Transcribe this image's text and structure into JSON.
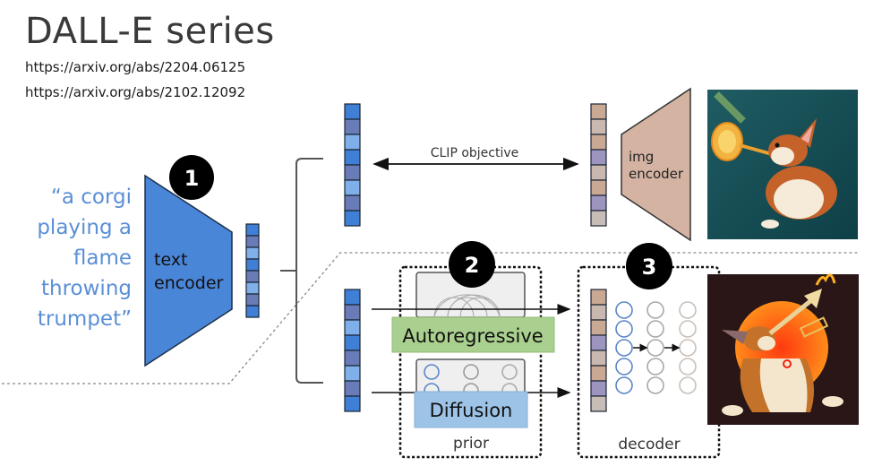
{
  "header": {
    "title": "DALL-E series",
    "links": [
      "https://arxiv.org/abs/2204.06125",
      "https://arxiv.org/abs/2102.12092"
    ]
  },
  "prompt": {
    "lines": [
      "“a corgi",
      "playing a",
      "flame",
      "throwing",
      "trumpet”"
    ],
    "color": "#5a8fd6"
  },
  "steps": [
    "1",
    "2",
    "3"
  ],
  "labels": {
    "text_encoder": [
      "text",
      "encoder"
    ],
    "img_encoder": [
      "img",
      "encoder"
    ],
    "clip_objective": "CLIP objective",
    "autoregressive": "Autoregressive",
    "diffusion": "Diffusion",
    "prior": "prior",
    "decoder": "decoder"
  },
  "images": [
    {
      "name": "corgi-trumpet-image-1",
      "description": "corgi playing trumpet on teal background"
    },
    {
      "name": "corgi-trumpet-image-2",
      "description": "corgi playing flame-throwing trumpet on dark background with orange sun"
    }
  ],
  "colors": {
    "text_encoder_fill": "#4a86d8",
    "img_encoder_fill": "#d4b3a3",
    "autoregressive_fill": "#a9d08e",
    "diffusion_fill": "#9dc3e6",
    "step_badge": "#000000"
  }
}
